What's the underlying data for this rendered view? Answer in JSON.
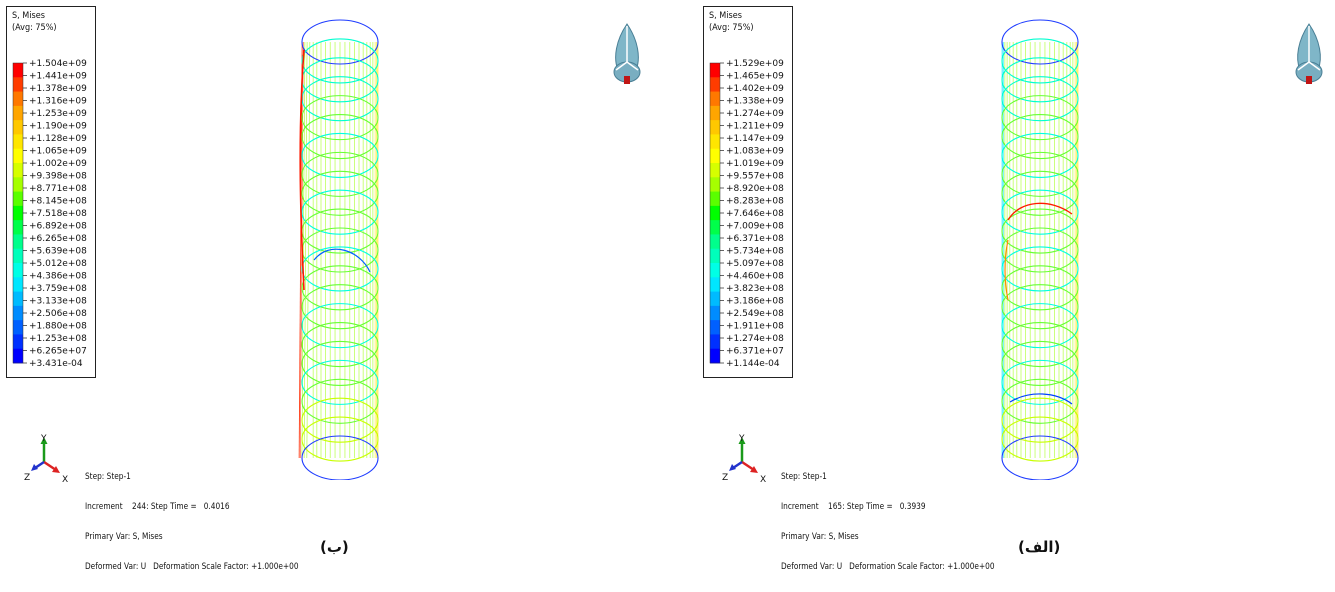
{
  "colorbar": [
    "#ff0000",
    "#ff3c00",
    "#ff7800",
    "#ffa500",
    "#ffc800",
    "#ffe600",
    "#ffff00",
    "#d6ff00",
    "#a6ff00",
    "#5aff00",
    "#00ff00",
    "#00ff4a",
    "#00ff8c",
    "#00ffbb",
    "#00ffe6",
    "#00e6ff",
    "#00bbff",
    "#008cff",
    "#0060ff",
    "#0030ff",
    "#0000ff"
  ],
  "panel_b": {
    "legend_title": "S, Mises",
    "legend_avg": "(Avg: 75%)",
    "legend_values": [
      "+1.504e+09",
      "+1.441e+09",
      "+1.378e+09",
      "+1.316e+09",
      "+1.253e+09",
      "+1.190e+09",
      "+1.128e+09",
      "+1.065e+09",
      "+1.002e+09",
      "+9.398e+08",
      "+8.771e+08",
      "+8.145e+08",
      "+7.518e+08",
      "+6.892e+08",
      "+6.265e+08",
      "+5.639e+08",
      "+5.012e+08",
      "+4.386e+08",
      "+3.759e+08",
      "+3.133e+08",
      "+2.506e+08",
      "+1.880e+08",
      "+1.253e+08",
      "+6.265e+07",
      "+3.431e-04"
    ],
    "step": "Step: Step-1",
    "increment": "Increment    244: Step Time =   0.4016",
    "primary_var": "Primary Var: S, Mises",
    "deformed_var": "Deformed Var: U   Deformation Scale Factor: +1.000e+00",
    "axis_y": "Y",
    "axis_x": "X",
    "axis_z": "Z",
    "caption": "(ب)"
  },
  "panel_alef": {
    "legend_title": "S, Mises",
    "legend_avg": "(Avg: 75%)",
    "legend_values": [
      "+1.529e+09",
      "+1.465e+09",
      "+1.402e+09",
      "+1.338e+09",
      "+1.274e+09",
      "+1.211e+09",
      "+1.147e+09",
      "+1.083e+09",
      "+1.019e+09",
      "+9.557e+08",
      "+8.920e+08",
      "+8.283e+08",
      "+7.646e+08",
      "+7.009e+08",
      "+6.371e+08",
      "+5.734e+08",
      "+5.097e+08",
      "+4.460e+08",
      "+3.823e+08",
      "+3.186e+08",
      "+2.549e+08",
      "+1.911e+08",
      "+1.274e+08",
      "+6.371e+07",
      "+1.144e-04"
    ],
    "step": "Step: Step-1",
    "increment": "Increment    165: Step Time =   0.3939",
    "primary_var": "Primary Var: S, Mises",
    "deformed_var": "Deformed Var: U   Deformation Scale Factor: +1.000e+00",
    "axis_y": "Y",
    "axis_x": "X",
    "axis_z": "Z",
    "caption": "(الف)"
  }
}
